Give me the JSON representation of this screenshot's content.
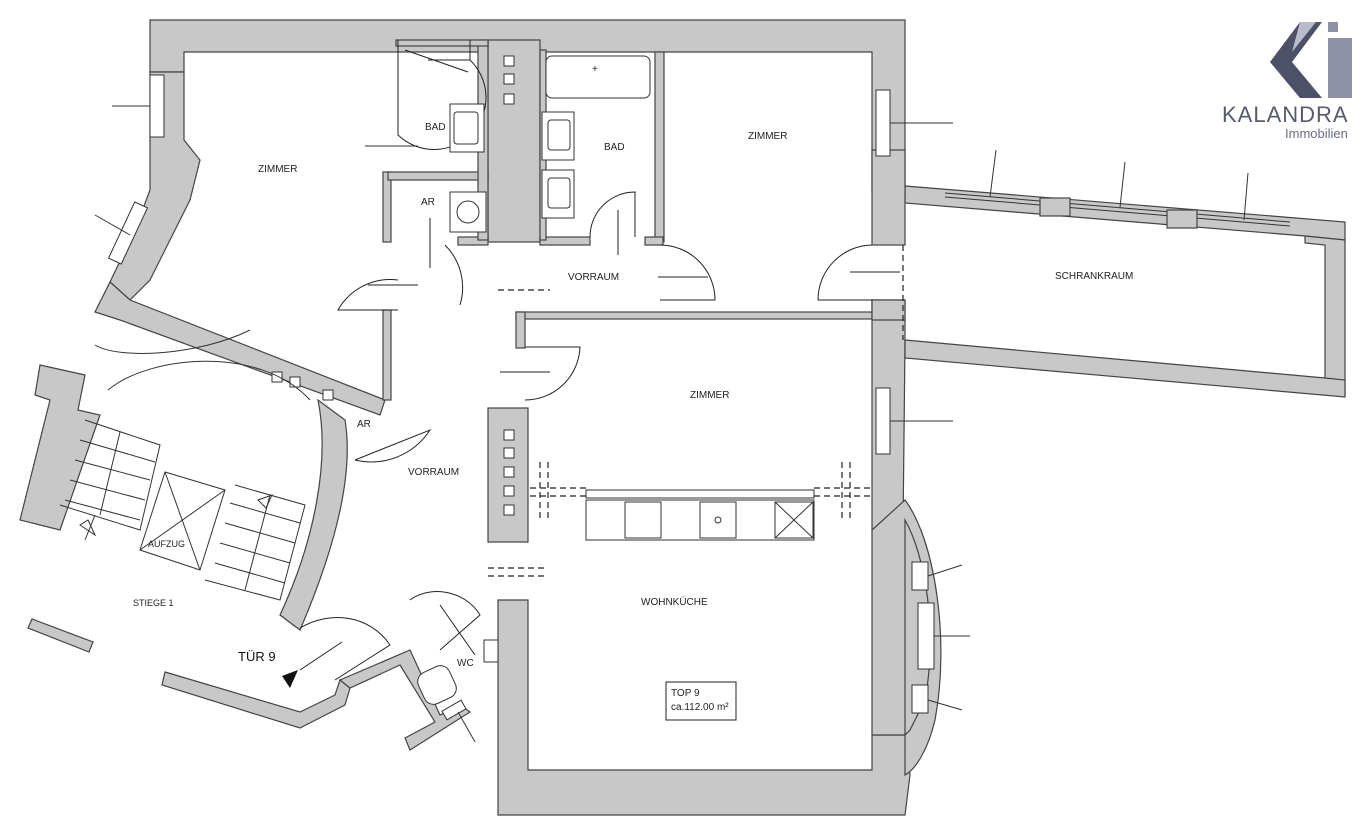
{
  "brand": {
    "name": "KALANDRA",
    "subtitle": "Immobilien",
    "colors": {
      "dark": "#4e5068",
      "mid": "#8f92a6",
      "light": "#b9bccb"
    }
  },
  "rooms": {
    "zimmer_left": "ZIMMER",
    "bad_left": "BAD",
    "ar_top": "AR",
    "bad_center": "BAD",
    "zimmer_top": "ZIMMER",
    "schrankraum": "SCHRANKRAUM",
    "vorraum_top": "VORRAUM",
    "zimmer_center": "ZIMMER",
    "ar_lower": "AR",
    "vorraum_left": "VORRAUM",
    "aufzug": "AUFZUG",
    "stiege": "STIEGE 1",
    "tuer": "TÜR 9",
    "wc": "WC",
    "wohnkueche": "WOHNKÜCHE"
  },
  "unit": {
    "name": "TOP 9",
    "area": "ca.112.00 m²"
  },
  "colors": {
    "wall": "#c8c8c8",
    "line": "#333333"
  }
}
